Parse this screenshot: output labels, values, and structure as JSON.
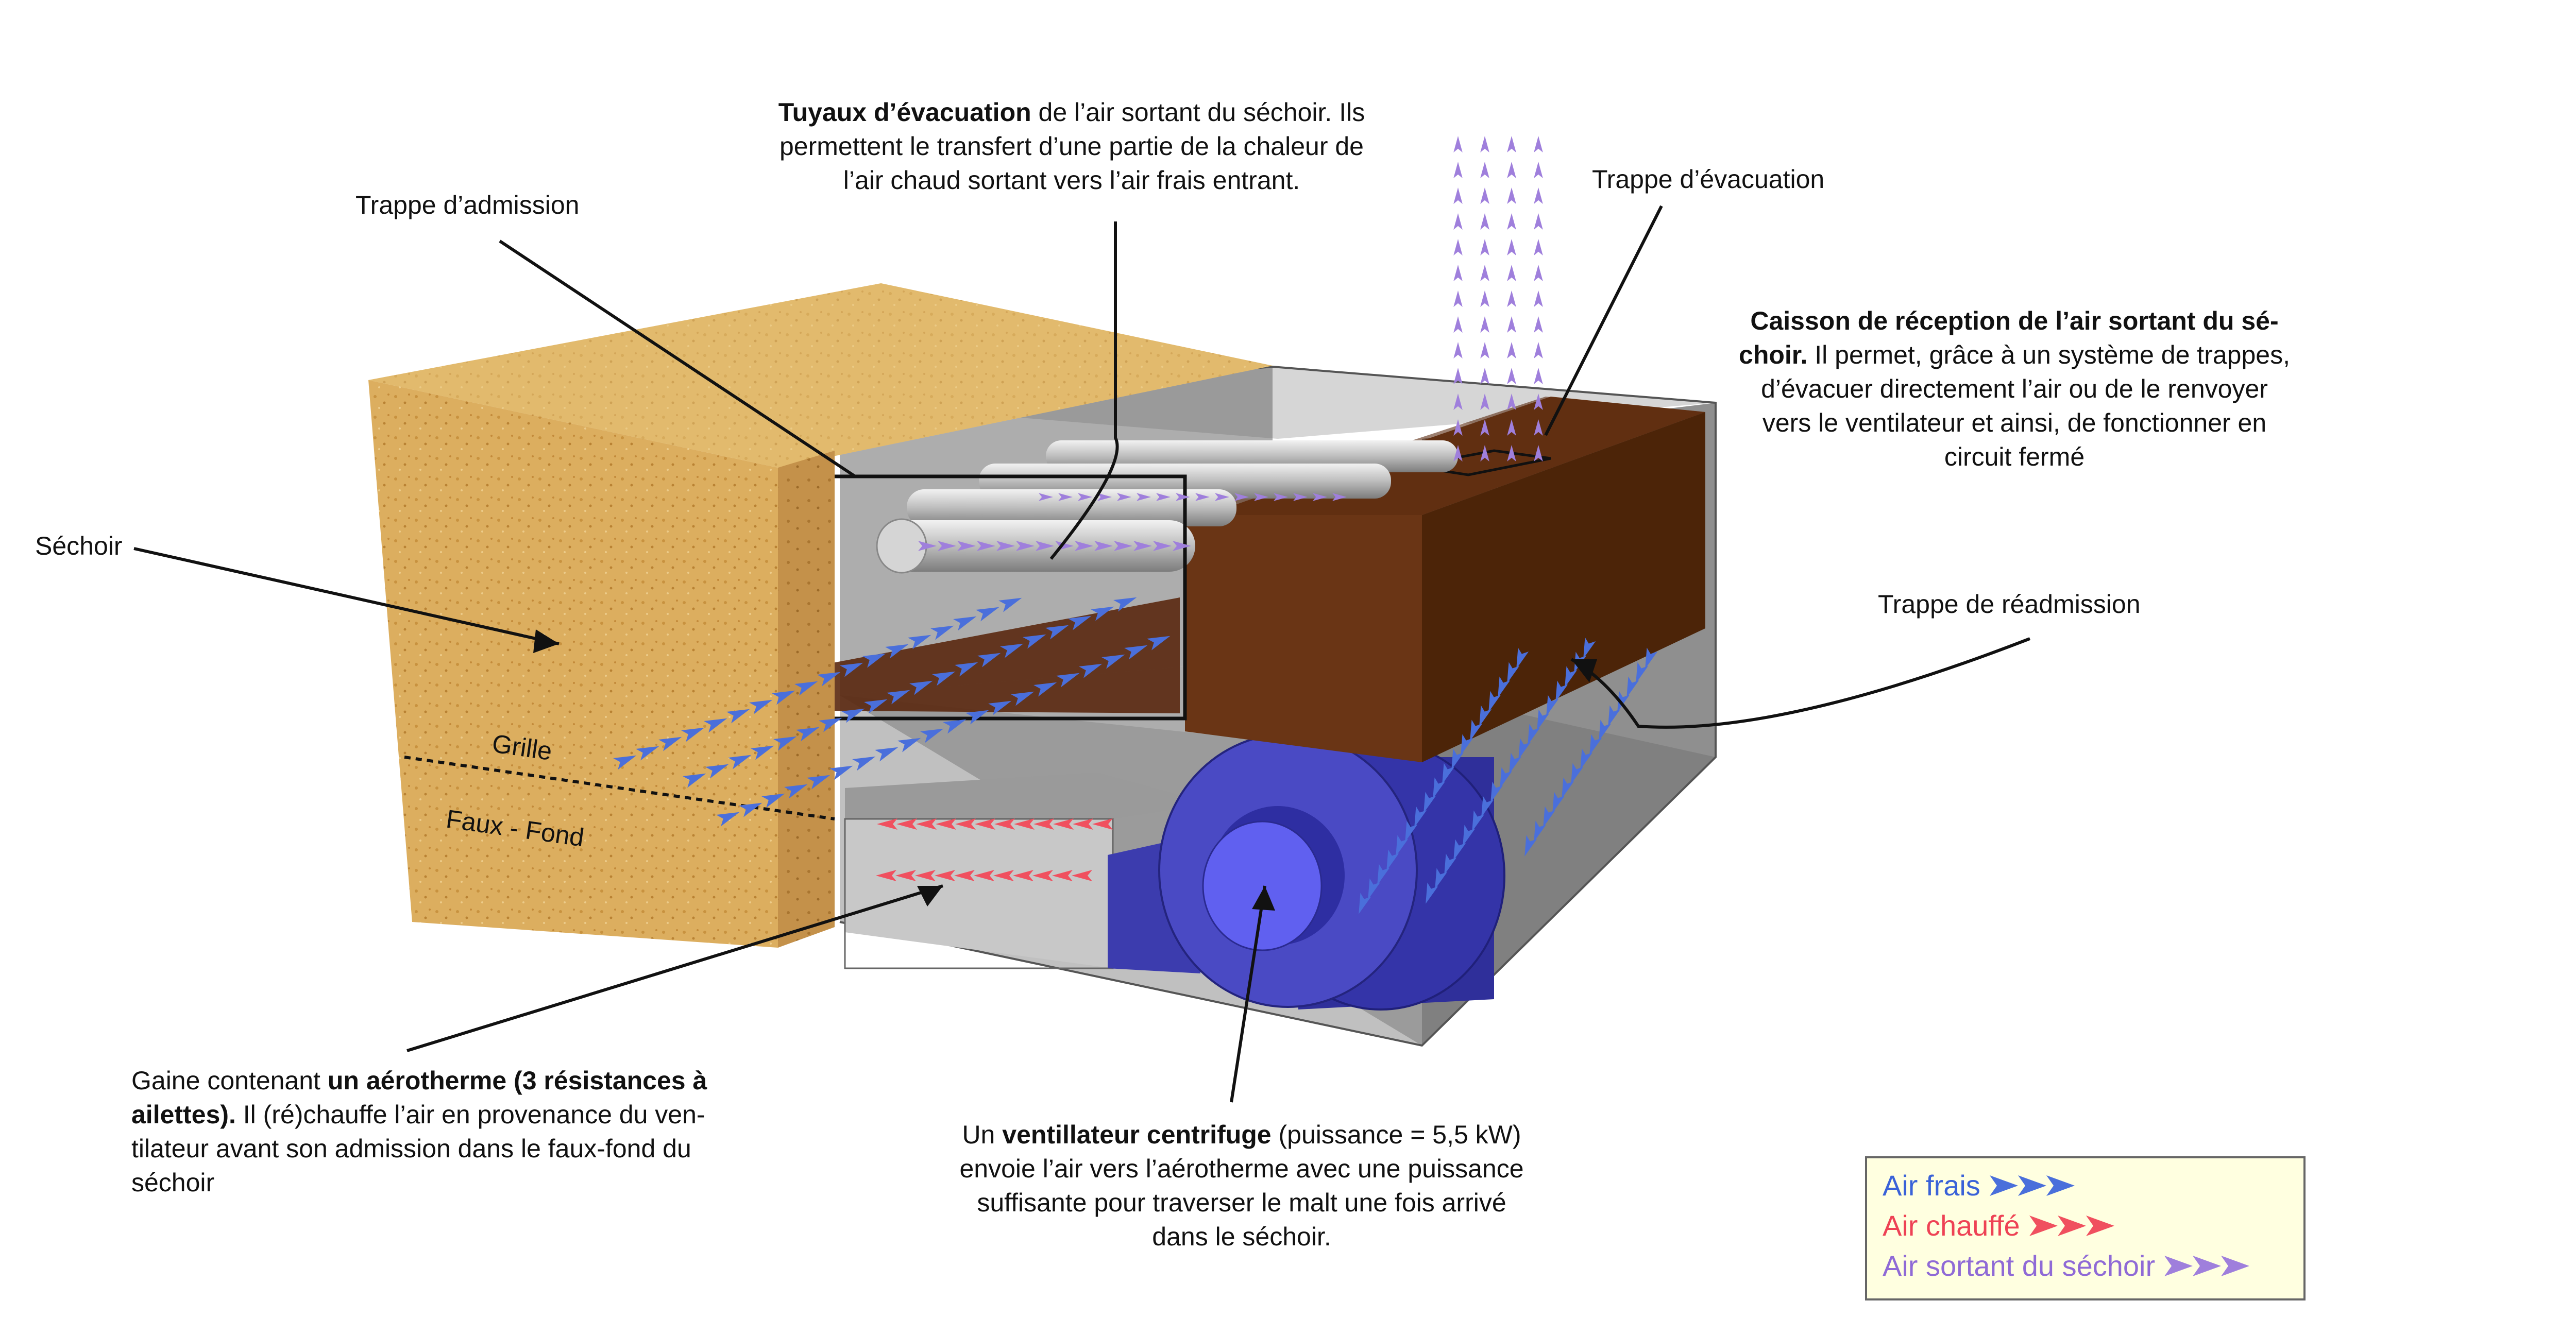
{
  "labels": {
    "sechoir": "Séchoir",
    "trappe_admission": "Trappe d’admission",
    "tuyaux_bold": "Tuyaux d’évacuation",
    "tuyaux_rest1": " de l’air sortant du séchoir. Ils",
    "tuyaux_line2": "permettent le transfert d’une partie de la chaleur de",
    "tuyaux_line3": "l’air chaud sortant vers l’air frais entrant.",
    "trappe_evacuation": "Trappe d’évacuation",
    "caisson_bold1": "Caisson de réception de l’air sortant du sé-",
    "caisson_bold2": "choir.",
    "caisson_rest2": " Il permet, grâce à un système de trappes,",
    "caisson_line3": "d’évacuer directement l’air ou de le renvoyer",
    "caisson_line4": "vers le ventilateur et ainsi, de fonctionner en",
    "caisson_line5": "circuit fermé",
    "trappe_readmission": "Trappe de réadmission",
    "grille": "Grille",
    "faux_fond": "Faux - Fond",
    "gaine_pre": "Gaine contenant ",
    "gaine_bold1": "un aérotherme (3 résistances à",
    "gaine_bold2": "ailettes).",
    "gaine_rest2": " Il (ré)chauffe l’air en provenance du ven-",
    "gaine_line3": "tilateur avant son admission dans le faux-fond du",
    "gaine_line4": "séchoir",
    "vent_pre": "Un ",
    "vent_bold": "ventillateur centrifuge",
    "vent_rest1": " (puissance = 5,5 kW)",
    "vent_line2": "envoie l’air vers l’aérotherme avec une puissance",
    "vent_line3": "suffisante pour traverser le malt une fois arrivé",
    "vent_line4": "dans le séchoir."
  },
  "legend": {
    "air_frais": "Air frais",
    "air_chauffe": "Air chauffé",
    "air_sortant": "Air sortant du séchoir"
  },
  "colors": {
    "air_frais": "#4a6fdb",
    "air_chauffe": "#f0505f",
    "air_sortant": "#9f7fdc",
    "malt": "#d8a95a",
    "caisson": "#6a3414",
    "ventilateur": "#3a3ab8",
    "enclosure": "#6f6f6f"
  }
}
